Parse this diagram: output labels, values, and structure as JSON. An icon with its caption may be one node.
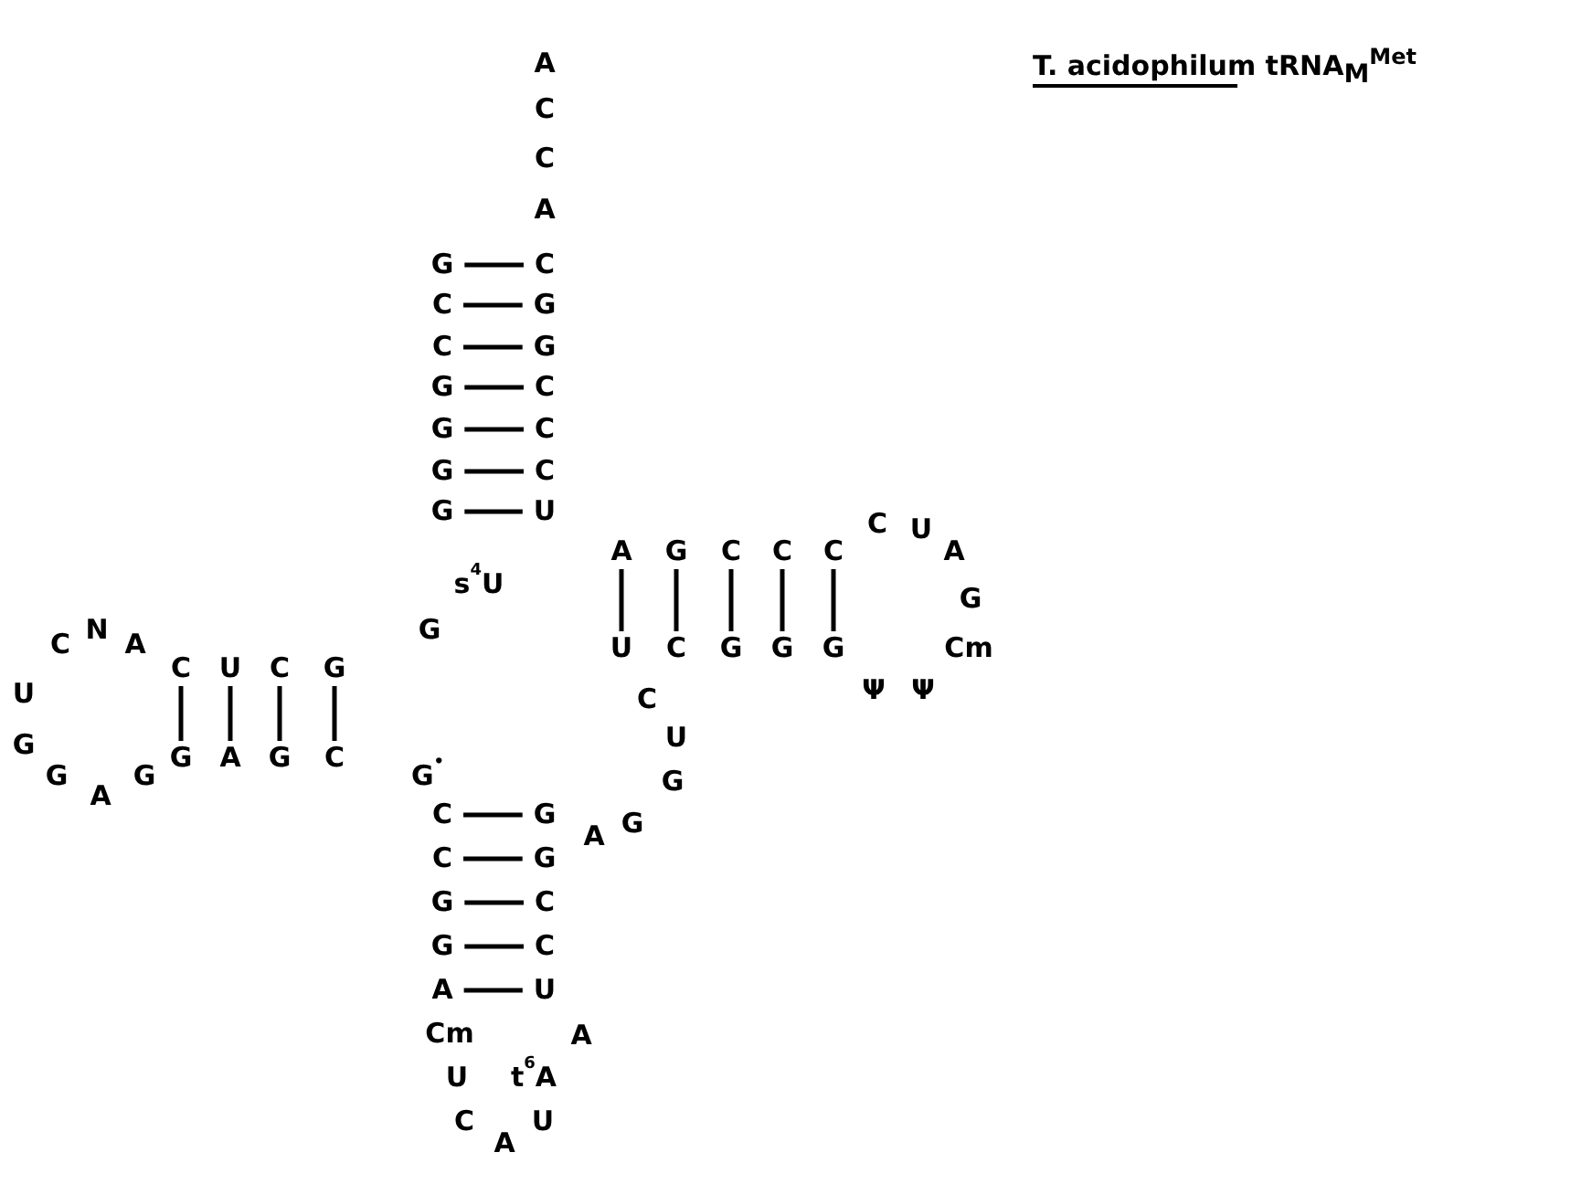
{
  "diagram": {
    "title": "T. acidophilum tRNA$_{M}$$^{Met}$",
    "nodes": [
      {
        "text": [
          "G"
        ]
      },
      {
        "text": [
          "C"
        ]
      },
      {
        "text": [
          "C"
        ]
      },
      {
        "text": [
          "G"
        ]
      },
      {
        "text": [
          "G"
        ]
      },
      {
        "text": [
          "G"
        ]
      },
      {
        "text": [
          "G"
        ]
      },
      {
        "text": [
          "s$^{4}$U"
        ]
      },
      {
        "text": [
          "G"
        ]
      },
      {
        "text": [
          "G"
        ]
      },
      {
        "text": [
          "C"
        ]
      },
      {
        "text": [
          "U"
        ]
      },
      {
        "text": [
          "C"
        ]
      },
      {
        "text": [
          "A"
        ]
      },
      {
        "text": [
          "N"
        ]
      },
      {
        "text": [
          "C"
        ]
      },
      {
        "text": [
          "U"
        ]
      },
      {
        "text": [
          "G"
        ]
      },
      {
        "text": [
          "G"
        ]
      },
      {
        "text": [
          "A"
        ]
      },
      {
        "text": [
          "G"
        ]
      },
      {
        "text": [
          "G"
        ]
      },
      {
        "text": [
          "A"
        ]
      },
      {
        "text": [
          "G"
        ]
      },
      {
        "text": [
          "C"
        ]
      },
      {
        "text": [
          "G$^{•}$"
        ]
      },
      {
        "text": [
          "C"
        ]
      },
      {
        "text": [
          "C"
        ]
      },
      {
        "text": [
          "G"
        ]
      },
      {
        "text": [
          "G"
        ]
      },
      {
        "text": [
          "A"
        ]
      },
      {
        "text": [
          "Cm"
        ]
      },
      {
        "text": [
          "U"
        ]
      },
      {
        "text": [
          "C"
        ]
      },
      {
        "text": [
          "A"
        ]
      },
      {
        "text": [
          "U"
        ]
      },
      {
        "text": [
          "t$^{6}$A"
        ]
      },
      {
        "text": [
          "A"
        ]
      },
      {
        "text": [
          "U"
        ]
      },
      {
        "text": [
          "C"
        ]
      },
      {
        "text": [
          "C"
        ]
      },
      {
        "text": [
          "G"
        ]
      },
      {
        "text": [
          "G"
        ]
      },
      {
        "text": [
          "A"
        ]
      },
      {
        "text": [
          "G"
        ]
      },
      {
        "text": [
          "G"
        ]
      },
      {
        "text": [
          "U"
        ]
      },
      {
        "text": [
          "C"
        ]
      },
      {
        "text": [
          "U"
        ]
      },
      {
        "text": [
          "C"
        ]
      },
      {
        "text": [
          "G"
        ]
      },
      {
        "text": [
          "G"
        ]
      },
      {
        "text": [
          "G"
        ]
      },
      {
        "text": [
          "Ψ"
        ]
      },
      {
        "text": [
          "Ψ"
        ]
      },
      {
        "text": [
          "Cm"
        ]
      },
      {
        "text": [
          "G"
        ]
      },
      {
        "text": [
          "A"
        ]
      },
      {
        "text": [
          "U"
        ]
      },
      {
        "text": [
          "C"
        ]
      },
      {
        "text": [
          "C"
        ]
      },
      {
        "text": [
          "C"
        ]
      },
      {
        "text": [
          "C"
        ]
      },
      {
        "text": [
          "G"
        ]
      },
      {
        "text": [
          "A"
        ]
      },
      {
        "text": [
          "U"
        ]
      },
      {
        "text": [
          "C"
        ]
      },
      {
        "text": [
          "C"
        ]
      },
      {
        "text": [
          "C"
        ]
      },
      {
        "text": [
          "G"
        ]
      },
      {
        "text": [
          "G"
        ]
      },
      {
        "text": [
          "C"
        ]
      },
      {
        "text": [
          "A"
        ]
      },
      {
        "text": [
          "C"
        ]
      },
      {
        "text": [
          "C"
        ]
      },
      {
        "text": [
          "A"
        ]
      }
    ],
    "edges": [
      {
        "from": 0,
        "to": 71,
        "arrow": "none"
      },
      {
        "from": 1,
        "to": 70,
        "arrow": "none"
      },
      {
        "from": 2,
        "to": 69,
        "arrow": "none"
      },
      {
        "from": 3,
        "to": 68,
        "arrow": "none"
      },
      {
        "from": 4,
        "to": 67,
        "arrow": "none"
      },
      {
        "from": 5,
        "to": 66,
        "arrow": "none"
      },
      {
        "from": 6,
        "to": 65,
        "arrow": "none"
      },
      {
        "from": 9,
        "to": 24,
        "arrow": "none"
      },
      {
        "from": 10,
        "to": 23,
        "arrow": "none"
      },
      {
        "from": 11,
        "to": 22,
        "arrow": "none"
      },
      {
        "from": 12,
        "to": 21,
        "arrow": "none"
      },
      {
        "from": 26,
        "to": 42,
        "arrow": "none"
      },
      {
        "from": 27,
        "to": 41,
        "arrow": "none"
      },
      {
        "from": 28,
        "to": 40,
        "arrow": "none"
      },
      {
        "from": 29,
        "to": 39,
        "arrow": "none"
      },
      {
        "from": 30,
        "to": 38,
        "arrow": "none"
      },
      {
        "from": 48,
        "to": 64,
        "arrow": "none"
      },
      {
        "from": 49,
        "to": 63,
        "arrow": "none"
      },
      {
        "from": 50,
        "to": 62,
        "arrow": "none"
      },
      {
        "from": 51,
        "to": 61,
        "arrow": "none"
      },
      {
        "from": 52,
        "to": 60,
        "arrow": "none"
      }
    ]
  }
}
